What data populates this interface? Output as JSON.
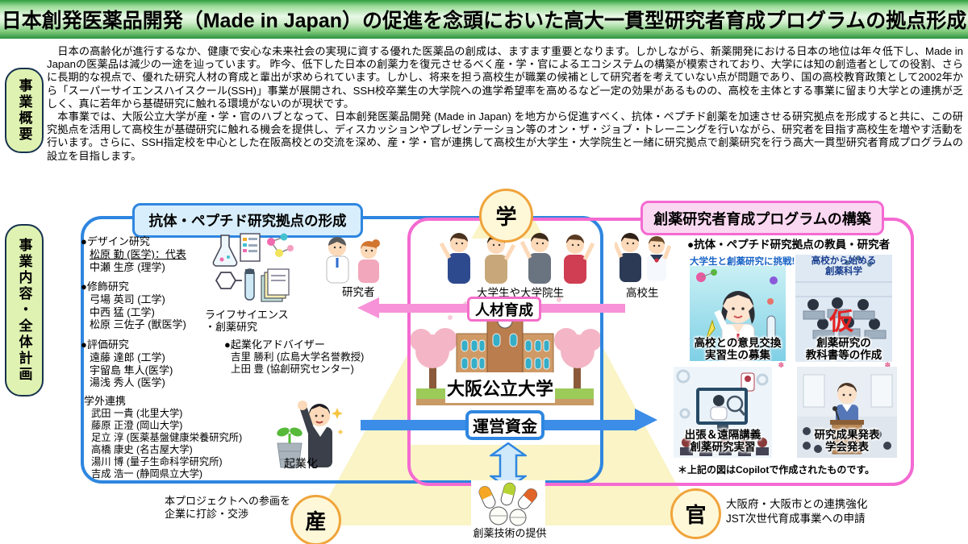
{
  "title": "日本創発医薬品開発（Made in Japan）の促進を念頭においた高大一貫型研究者育成プログラムの拠点形成",
  "sidebar": {
    "overview_label": "事業概要",
    "plan_label": "事業内容・全体計画"
  },
  "overview": {
    "paragraph1": "　日本の高齢化が進行するなか、健康で安心な未来社会の実現に資する優れた医薬品の創成は、ますます重要となります。しかしながら、新薬開発における日本の地位は年々低下し、Made in Japanの医薬品は減少の一途を辿っています。 昨今、低下した日本の創薬力を復元させるべく産・学・官によるエコシステムの構築が模索されており、大学には知の創造者としての役割、さらに長期的な視点で、優れた研究人材の育成と輩出が求められています。しかし、将来を担う高校生が職業の候補として研究者を考えていない点が問題であり、国の高校教育政策として2002年から「スーパーサイエンスハイスクール(SSH)」事業が展開され、SSH校卒業生の大学院への進学希望率を高めるなど一定の効果があるものの、高校を主体とする事業に留まり大学との連携が乏しく、真に若年から基礎研究に触れる環境がないのが現状です。",
    "paragraph2": "　本事業では、大阪公立大学が産・学・官のハブとなって、日本創発医薬品開発 (Made in Japan) を地方から促進すべく、抗体・ペプチド創薬を加速させる研究拠点を形成すると共に、この研究拠点を活用して高校生が基礎研究に触れる機会を提供し、ディスカッションやプレゼンテーション等のオン・ザ・ジョブ・トレーニングを行いながら、研究者を目指す高校生を増やす活動を行います。さらに、SSH指定校を中心とした在阪高校との交流を深め、産・学・官が連携して高校生が大学生・大学院生と一緒に研究拠点で創薬研究を行う高大一貫型研究者育成プログラムの設立を目指します。"
  },
  "left_box": {
    "title": "抗体・ペプチド研究拠点の形成",
    "design": {
      "heading": "●デザイン研究",
      "members": [
        {
          "text": "松原 勤 (医学)：代表",
          "underline": true
        },
        {
          "text": "中瀬 生彦 (理学)"
        }
      ]
    },
    "modification": {
      "heading": "●修飾研究",
      "members": [
        "弓場 英司 (工学)",
        "中西 猛 (工学)",
        "松原 三佐子 (獣医学)"
      ]
    },
    "evaluation": {
      "heading": "●評価研究",
      "members": [
        "遠藤 達郎 (工学)",
        "宇留島 隼人(医学)",
        "湯浅 秀人 (医学)"
      ]
    },
    "external": {
      "heading": "学外連携",
      "members": [
        "武田 一貴 (北里大学)",
        "藤原 正澄 (岡山大学)",
        "足立 淳 (医薬基盤健康栄養研究所)",
        "高橋 康史 (名古屋大学)",
        "湯川 博 (量子生命科学研究所)",
        "吉成 浩一 (静岡県立大学)"
      ]
    },
    "advisor": {
      "heading": "●起業化アドバイザー",
      "members": [
        "吉里 勝利 (広島大学名誉教授)",
        "上田 豊 (協創研究センター)"
      ]
    },
    "lifescience_caption": "ライフサイエンス\n・創薬研究",
    "researcher_label": "研究者",
    "startup_label": "起業化"
  },
  "right_box": {
    "title": "創薬研究者育成プログラムの構築",
    "heading": "●抗体・ペプチド研究拠点の教員・研究者",
    "highschool_label": "高校生",
    "logo_mark": "✽",
    "cards": [
      {
        "header": "大学生と創薬研究に挑戦!",
        "caption": "高校との意見交換\n実習生の募集"
      },
      {
        "header": "高校から始める\n創薬科学",
        "overlay": "仮",
        "caption": "創薬研究の\n教科書等の作成"
      },
      {
        "caption": "出張＆遠隔講義\n創薬研究実習"
      },
      {
        "caption": "研究成果発表\n学会発表"
      }
    ],
    "note": "＊上記の図はCopilotで作成されたものです。"
  },
  "center": {
    "gaku": "学",
    "san": "産",
    "kan": "官",
    "students_label": "大学生や大学院生",
    "hr_badge": "人材育成",
    "university": "大阪公立大学",
    "funds_badge": "運営資金",
    "tech_label": "創薬技術の提供"
  },
  "bottom": {
    "san_note": "本プロジェクトへの参画を\n企業に打診・交渉",
    "kan_note": "大阪府・大阪市との連携強化\nJST次世代育成事業への申請"
  },
  "colors": {
    "box_blue": "#2e86e0",
    "box_pink": "#f46ad2",
    "badge_blue_bg": "#d8eefc",
    "badge_pink_bg": "#fbd8f1",
    "triangle_yellow": "#faf4c6",
    "circle_border": "#f0a43c",
    "circle_bg": "#fff8d8",
    "sidebar_green": "#dff2b2",
    "arrow_pink": "#f792d8",
    "arrow_blue": "#3b8de8",
    "kari_red": "#e32222",
    "card_header_blue": "#1863c6"
  }
}
